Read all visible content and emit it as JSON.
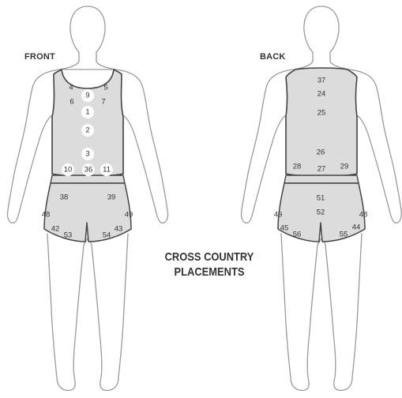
{
  "title_lines": [
    "CROSS COUNTRY",
    "PLACEMENTS"
  ],
  "front": {
    "label": "FRONT",
    "placements": [
      "4",
      "5",
      "9",
      "6",
      "7",
      "1",
      "2",
      "3",
      "10",
      "36",
      "11",
      "38",
      "39",
      "48",
      "49",
      "42",
      "53",
      "43",
      "54"
    ]
  },
  "back": {
    "label": "BACK",
    "placements": [
      "37",
      "24",
      "25",
      "26",
      "28",
      "27",
      "29",
      "51",
      "52",
      "49",
      "48",
      "45",
      "56",
      "44",
      "55"
    ]
  },
  "colors": {
    "outline": "#9a9a9a",
    "garment_fill": "#dcdcdc",
    "garment_stroke": "#444444",
    "text": "#333333"
  }
}
